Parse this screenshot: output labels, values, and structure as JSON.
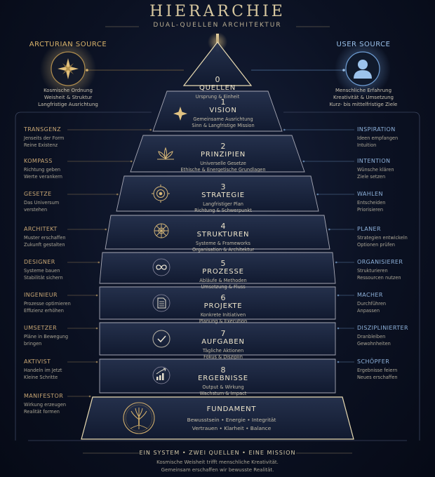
{
  "header": {
    "title": "HIERARCHIE",
    "subtitle": "DUAL-QUELLEN ARCHITEKTUR"
  },
  "sources": {
    "left": {
      "title": "ARCTURIAN SOURCE",
      "lines": [
        "Kosmische Ordnung",
        "Weisheit & Struktur",
        "Langfristige Ausrichtung"
      ],
      "icon": "star-compass-icon"
    },
    "right": {
      "title": "USER SOURCE",
      "lines": [
        "Menschliche Erfahrung",
        "Kreativität & Umsetzung",
        "Kurz- bis mittelfristige Ziele"
      ],
      "icon": "user-silhouette-icon"
    }
  },
  "levels": [
    {
      "num": "0",
      "name": "QUELLEN",
      "sub": [
        "Ursprung & Einheit"
      ]
    },
    {
      "num": "1",
      "name": "VISION",
      "sub": [
        "Gemeinsame Ausrichtung",
        "Sinn & Langfristige Mission"
      ],
      "icon": "star-icon"
    },
    {
      "num": "2",
      "name": "PRINZIPIEN",
      "sub": [
        "Universelle Gesetze",
        "Ethische & Energetische Grundlagen"
      ],
      "icon": "lotus-icon"
    },
    {
      "num": "3",
      "name": "STRATEGIE",
      "sub": [
        "Langfristiger Plan",
        "Richtung & Schwerpunkt"
      ],
      "icon": "target-icon"
    },
    {
      "num": "4",
      "name": "STRUKTUREN",
      "sub": [
        "Systeme & Frameworks",
        "Organisation & Architektur"
      ],
      "icon": "network-icon"
    },
    {
      "num": "5",
      "name": "PROZESSE",
      "sub": [
        "Abläufe & Methoden",
        "Umsetzung & Fluss"
      ],
      "icon": "infinity-icon"
    },
    {
      "num": "6",
      "name": "PROJEKTE",
      "sub": [
        "Konkrete Initiativen",
        "Planung & Execution"
      ],
      "icon": "document-icon"
    },
    {
      "num": "7",
      "name": "AUFGABEN",
      "sub": [
        "Tägliche Aktionen",
        "Fokus & Disziplin"
      ],
      "icon": "checkmark-icon"
    },
    {
      "num": "8",
      "name": "ERGEBNISSE",
      "sub": [
        "Output & Wirkung",
        "Wachstum & Impact"
      ],
      "icon": "growth-chart-icon"
    }
  ],
  "foundation": {
    "name": "FUNDAMENT",
    "sub": [
      "Bewusstsein • Energie • Integrität",
      "Vertrauen • Klarheit • Balance"
    ],
    "icon": "tree-of-life-icon"
  },
  "left_labels": [
    {
      "title": "TRANSGENZ",
      "lines": [
        "Jenseits der Form",
        "Reine Existenz"
      ]
    },
    {
      "title": "KOMPASS",
      "lines": [
        "Richtung geben",
        "Werte verankern"
      ]
    },
    {
      "title": "GESETZE",
      "lines": [
        "Das Universum",
        "verstehen"
      ]
    },
    {
      "title": "ARCHITEKT",
      "lines": [
        "Muster erschaffen",
        "Zukunft gestalten"
      ]
    },
    {
      "title": "DESIGNER",
      "lines": [
        "Systeme bauen",
        "Stabilität sichern"
      ]
    },
    {
      "title": "INGENIEUR",
      "lines": [
        "Prozesse optimieren",
        "Effizienz erhöhen"
      ]
    },
    {
      "title": "UMSETZER",
      "lines": [
        "Pläne in Bewegung",
        "bringen"
      ]
    },
    {
      "title": "AKTIVIST",
      "lines": [
        "Handeln im Jetzt",
        "Kleine Schritte"
      ]
    },
    {
      "title": "MANIFESTOR",
      "lines": [
        "Wirkung erzeugen",
        "Realität formen"
      ]
    }
  ],
  "right_labels": [
    {
      "title": "INSPIRATION",
      "lines": [
        "Ideen empfangen",
        "Intuition"
      ]
    },
    {
      "title": "INTENTION",
      "lines": [
        "Wünsche klären",
        "Ziele setzen"
      ]
    },
    {
      "title": "WAHLEN",
      "lines": [
        "Entscheiden",
        "Priorisieren"
      ]
    },
    {
      "title": "PLANER",
      "lines": [
        "Strategien entwickeln",
        "Optionen prüfen"
      ]
    },
    {
      "title": "ORGANISIERER",
      "lines": [
        "Strukturieren",
        "Ressourcen nutzen"
      ]
    },
    {
      "title": "MACHER",
      "lines": [
        "Durchführen",
        "Anpassen"
      ]
    },
    {
      "title": "DISZIPLINIERTER",
      "lines": [
        "Dranbleiben",
        "Gewohnheiten"
      ]
    },
    {
      "title": "SCHÖPFER",
      "lines": [
        "Ergebnisse feiern",
        "Neues erschaffen"
      ]
    }
  ],
  "footer": {
    "tagline": "EIN SYSTEM • ZWEI QUELLEN • EINE MISSION",
    "lines": [
      "Kosmische Weisheit trifft menschliche Kreativität.",
      "Gemeinsam erschaffen wir bewusste Realität."
    ]
  },
  "colors": {
    "gold": "#d9b36a",
    "blue": "#9ac1ea",
    "background": "#0b1122"
  }
}
